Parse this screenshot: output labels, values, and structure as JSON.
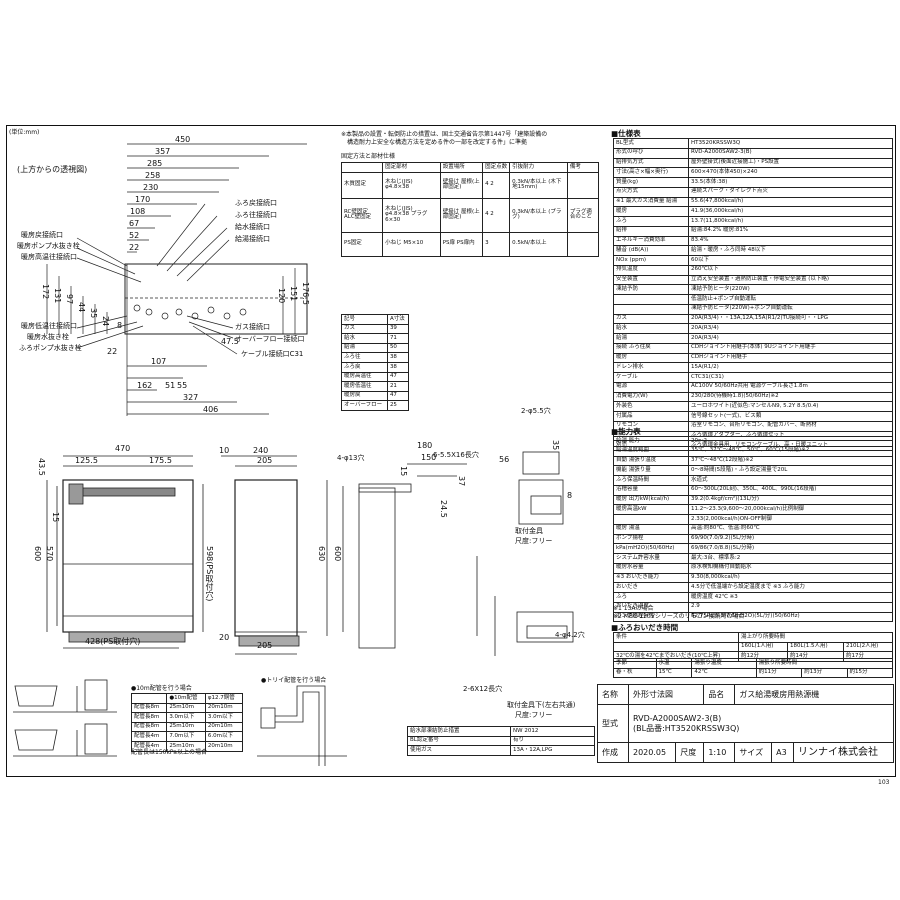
{
  "corner_number": "103",
  "unit_label": "(単位:mm)",
  "view_label": "(上方からの透視図)",
  "top_dims": [
    "450",
    "357",
    "285",
    "258",
    "230",
    "170",
    "108",
    "67",
    "52",
    "22"
  ],
  "left_dims": [
    "172",
    "131",
    "97",
    "44",
    "35",
    "24"
  ],
  "right_dims": [
    "120",
    "151",
    "176.5",
    "47.5",
    "107",
    "22",
    "327",
    "162",
    "51",
    "55",
    "406",
    "8"
  ],
  "left_ports": [
    "暖房戻接続口",
    "暖房ポンプ水抜き栓",
    "暖房高温往接続口",
    "暖房低温往接続口",
    "暖房水抜き栓",
    "ふろポンプ水抜き栓"
  ],
  "right_ports": [
    "ふろ戻接続口",
    "ふろ往接続口",
    "給水接続口",
    "給湯接続口",
    "ガス接続口",
    "オーバーフロー接続口",
    "ケーブル接続口C31"
  ],
  "notes": [
    "※本製品の設置・転倒防止の措置は、国土交通省告示第1447号「建築設備の",
    "構造耐力上安全な構造方法を定める件の一部を改定する件」に準拠"
  ],
  "fix_table": {
    "caption": "固定方法と部材仕様",
    "header": [
      "",
      "固定部材",
      "設置場所",
      "固定点数",
      "引抜耐力",
      "備考"
    ],
    "rows": [
      [
        "木質固定",
        "木ねじ(JIS) φ4.8×38",
        "壁掛け 屋根(上部固定)",
        "4 2",
        "0.3kN/本以上 (木下地15mm)",
        ""
      ],
      [
        "RC壁固定 ALC壁固定",
        "木ねじ(JIS) φ4.8×38 プラグ6×30",
        "壁掛け 屋根(上部固定)",
        "4 2",
        "0.3kN/本以上 (プラグ)",
        "プラグ適合のこと"
      ],
      [
        "PS固定",
        "小ねじ M5×10",
        "PS扉 PS扉内",
        "3",
        "0.5kN/本以上",
        ""
      ]
    ]
  },
  "port_table": {
    "header": [
      "記号",
      "A寸法"
    ],
    "rows": [
      [
        "ガス",
        "39"
      ],
      [
        "給水",
        "71"
      ],
      [
        "給湯",
        "50"
      ],
      [
        "ふろ往",
        "38"
      ],
      [
        "ふろ戻",
        "38"
      ],
      [
        "暖房高温往",
        "47"
      ],
      [
        "暖房低温往",
        "21"
      ],
      [
        "暖房戻",
        "47"
      ],
      [
        "オーバーフロー",
        "25"
      ]
    ]
  },
  "front_dims": [
    "470",
    "125.5",
    "175.5",
    "43.5",
    "15",
    "600",
    "570",
    "598(PS取付穴)",
    "428(PS取付穴)"
  ],
  "side_dims": [
    "240",
    "205",
    "10",
    "630",
    "600",
    "205",
    "20",
    "4-φ13穴",
    "6-5.5X16長穴",
    "2-φ5.5穴",
    "180",
    "150",
    "15",
    "37",
    "24.5",
    "35",
    "56",
    "8"
  ],
  "bracket_labels": [
    "取付金具",
    "尺度:フリー",
    "取付金具下(左右共通)",
    "尺度:フリー",
    "2-6X12長穴",
    "4-φ4.2穴"
  ],
  "spec_title": "■仕様表",
  "spec_rows": [
    [
      "BL型式",
      "HT3520KRSSW3Q"
    ],
    [
      "形式の呼び",
      "RVD-A2000SAW2-3(B)"
    ],
    [
      "給排気方式",
      "屋外壁掛式(後面近接施工)・PS設置"
    ],
    [
      "寸法(高さ×幅×奥行)",
      "600×470(本体450)×240"
    ],
    [
      "質量(kg)",
      "33.5(本体:38)"
    ],
    [
      "点火方式",
      "連続スパーク・ダイレクト点火"
    ],
    [
      "※1 最大ガス消費量 給湯",
      "55.6(47,800kcal/h)"
    ],
    [
      "暖房",
      "41.9(36,000kcal/h)"
    ],
    [
      "ふろ",
      "13.7(11,800kcal/h)"
    ],
    [
      "給排",
      "給湯:84.2% 暖房:81%"
    ],
    [
      "エネルギー消費効率",
      "83.4%"
    ],
    [
      "騒音 (dB(A))",
      "給湯・暖房・ふろ同時 48以下"
    ],
    [
      "NOx (ppm)",
      "60以下"
    ],
    [
      "排気温度",
      "260℃以下"
    ],
    [
      "安全装置",
      "立消え安全装置・過熱防止装置・停電安全装置 (以下略)"
    ],
    [
      "凍結予防",
      "凍結予防ヒータ(220W)"
    ],
    [
      "",
      "低温防止+ポンプ自動運転"
    ],
    [
      "",
      "凍結予防ヒータ(220W)+ポンプ自動運転"
    ],
    [
      "ガス",
      "20A(R3/4)・・13A,12A,15A(R1/2)TU接続可・・LPG"
    ],
    [
      "給水",
      "20A(R3/4)"
    ],
    [
      "給湯",
      "20A(R3/4)"
    ],
    [
      "接続 ふろ往戻",
      "CDHジョイント用継手(本体) 9Uジョイント用継手"
    ],
    [
      "暖房",
      "CDHジョイント用継手"
    ],
    [
      "ドレン排水",
      "15A(R1/2)"
    ],
    [
      "ケーブル",
      "CTC31(C31)"
    ],
    [
      "電源",
      "AC100V 50/60Hz共用 電源ケーブル長さ1.8m"
    ],
    [
      "消費電力(W)",
      "230/280(待機時1.8)(50/60Hz)※2"
    ],
    [
      "外装色",
      "ユーロホワイト(近似色:マンセルN9, 5.2Y 8.5/0.4)"
    ],
    [
      "付属品",
      "信号線セット(一式)、ビス類"
    ],
    [
      "リモコン",
      "浴室リモコン、台所リモコン、配管カバー、断熱材"
    ],
    [
      "",
      "ふろ循環アダプター、ふろ循環セット"
    ],
    [
      "別売",
      "ふろ循環金具用、リモコンケーブル、高・日暖ユニット"
    ]
  ],
  "cap_title": "■能力表",
  "cap_rows": [
    [
      "給湯 能力",
      "20～2"
    ],
    [
      "給湯温度範囲",
      "35℃、37℃～48℃、50℃、60℃(15段階)※2"
    ],
    [
      "自動 湯張り温度",
      "37℃～48℃(12段階)※2"
    ],
    [
      "機能 湯張り量",
      "0～8時間(5段階)・ふろ設定湯量で20L"
    ],
    [
      "ふろ保温時間",
      "水道式"
    ],
    [
      "浴槽容量",
      "60～300L(20L刻)、350L、400L、990L(16段階)"
    ],
    [
      "暖房 出力kW(kcal/h)",
      "39.2(0.4kgf/cm²)(13L/分)"
    ],
    [
      "暖房高温kW",
      "11.2～23.3(9,600～20,000kcal/h)比例制御"
    ],
    [
      "",
      "2.33(2,000kcal/h)ON-OFF制御"
    ],
    [
      "暖房 湯温",
      "高温:約80℃、低温:約60℃"
    ],
    [
      "ポンプ揚程",
      "69/90(7.0/9.2)(5L/分時)"
    ],
    [
      "kPa(mH2O)(50/60Hz)",
      "69/86(7.0/8.8)(5L/分時)"
    ],
    [
      "システム許容水量",
      "最大:3台、標準系:2"
    ],
    [
      "暖房水容量",
      "原水検知機構付自動給水"
    ],
    [
      "※3 おいだき能力",
      "9.30(8,000kcal/h)"
    ],
    [
      "おいだき",
      "4.5分で低温端から設定温度まで ※3 ふろ能力"
    ],
    [
      "ふろ",
      "暖房温度 42℃ ※3"
    ],
    [
      "おいだき温度",
      "2.9"
    ],
    [
      "ポンプ揚程特性",
      "52/75Pa(5.3/7.6mH2O)(5L/分)(50/60Hz)"
    ]
  ],
  "cap_notes": [
    "※1 13Aの場合",
    "※2 MBC-120Vシリーズのリモコン接続時の場合"
  ],
  "bath_title": "■ふろおいだき時間",
  "bath_header": [
    "条件",
    "",
    "湯上がり所要時間"
  ],
  "bath_row1": [
    "32℃の湯を42℃までおいだき(10℃上昇)",
    "約12分",
    "約14分",
    "約17分"
  ],
  "bath_sub": [
    "160L(1人用)",
    "180L(1.5人用)",
    "210L(2人用)"
  ],
  "bath_title2": [
    "季節",
    "水温",
    "湯張り温度",
    "湯張り所要時間"
  ],
  "bath_row2": [
    "春・秋",
    "15℃",
    "42℃",
    "約11分",
    "約13分",
    "約15分"
  ],
  "pipe_table": {
    "caption": "●10m配管を行う場合",
    "header": [
      "",
      "●10m配管",
      "φ12.7銅管"
    ],
    "rows": [
      [
        "配管長8m",
        "25m10m",
        "20m10m"
      ],
      [
        "配管長8m",
        "3.0m以下",
        "3.0m以下"
      ],
      [
        "配管長8m",
        "25m10m",
        "20m10m"
      ],
      [
        "配管長4m",
        "7.0m以下",
        "6.0m以下"
      ],
      [
        "配管長4m",
        "25m10m",
        "20m10m"
      ]
    ],
    "note": "配管長は150kPa以上の場合"
  },
  "trap_label": "●トリイ配管を行う場合",
  "bl_table": [
    [
      "給水部凍結防止措置",
      "NW 2012"
    ],
    [
      "BL認定番号",
      "有り"
    ],
    [
      "使用ガス",
      "13A・12A,LPG"
    ]
  ],
  "title_block": {
    "name_label": "名称",
    "name_value": "外形寸法図",
    "product_label": "品名",
    "product_value": "ガス給湯暖房用熱源機",
    "model_label": "型式",
    "model_value1": "RVD-A2000SAW2-3(B)",
    "model_value2": "(BL品番:HT3520KRSSW3Q)",
    "made_label": "作成",
    "made_value": "2020.05",
    "scale_label": "尺度",
    "scale_value": "1:10",
    "size_label": "サイズ",
    "size_value": "A3",
    "company": "リンナイ株式会社"
  }
}
